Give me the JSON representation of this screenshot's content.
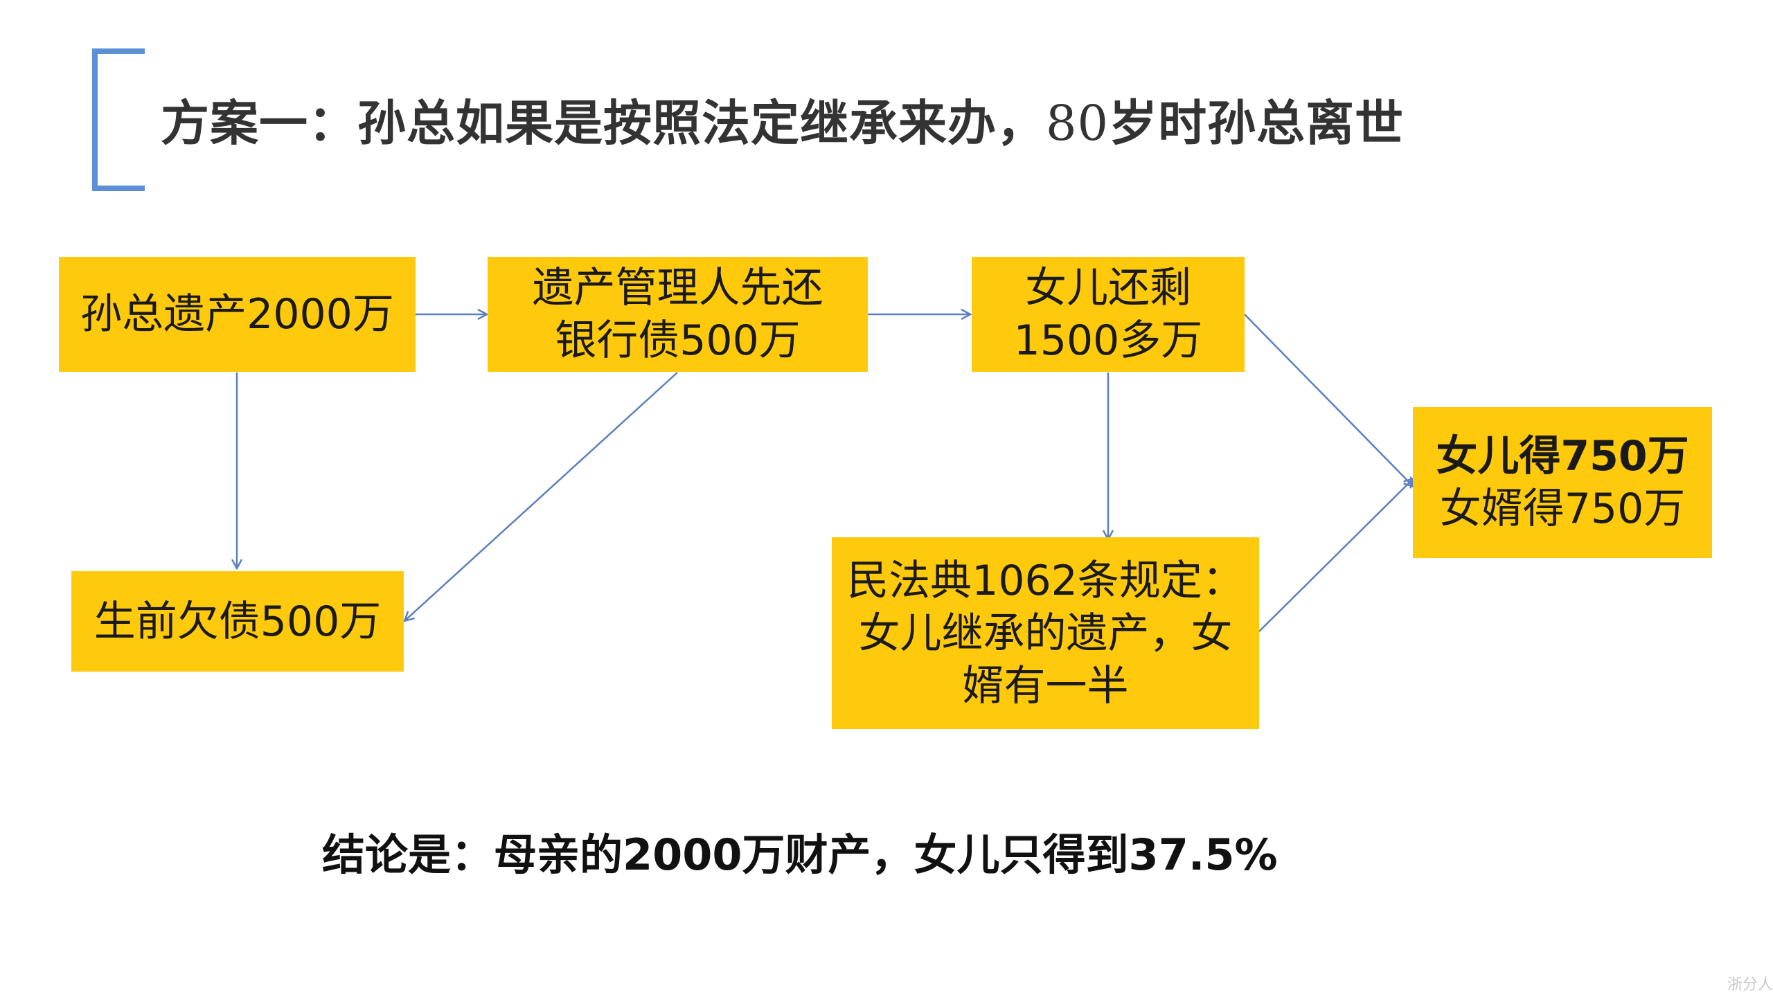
{
  "title": {
    "part1": "方案一：孙总如果是按照法定继承来办，",
    "num": "80",
    "part2": "岁时孙总离世"
  },
  "nodes": {
    "estate": "孙总遗产2000万",
    "manager_line1": "遗产管理人先还",
    "manager_line2": "银行债500万",
    "remaining_line1": "女儿还剩",
    "remaining_line2": "1500多万",
    "debt": "生前欠债500万",
    "law_line1": "民法典1062条规定：",
    "law_line2": "女儿继承的遗产，女",
    "law_line3": "婿有一半",
    "result_line1": "女儿得750万",
    "result_line2": "女婿得750万"
  },
  "conclusion": "结论是：母亲的2000万财产，女儿只得到37.5%",
  "watermark": "浙分人",
  "colors": {
    "box_fill": "#ffca0c",
    "arrow": "#5b7fc0",
    "bracket": "#5b8fd6"
  }
}
